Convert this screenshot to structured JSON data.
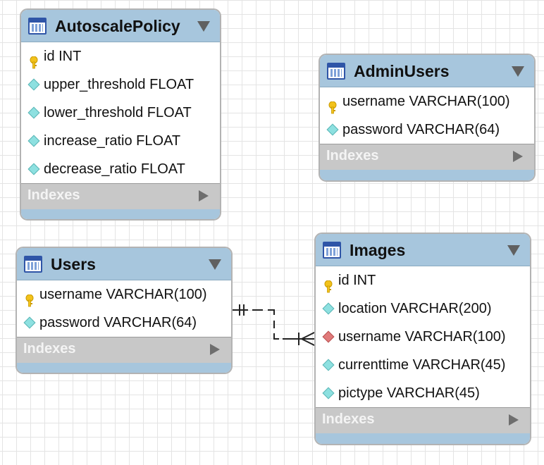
{
  "tables": {
    "autoscale": {
      "name": "AutoscalePolicy",
      "columns": [
        {
          "label": "id INT",
          "kind": "pk"
        },
        {
          "label": "upper_threshold FLOAT",
          "kind": "col"
        },
        {
          "label": "lower_threshold FLOAT",
          "kind": "col"
        },
        {
          "label": "increase_ratio FLOAT",
          "kind": "col"
        },
        {
          "label": "decrease_ratio FLOAT",
          "kind": "col"
        }
      ],
      "indexes_label": "Indexes"
    },
    "adminusers": {
      "name": "AdminUsers",
      "columns": [
        {
          "label": "username VARCHAR(100)",
          "kind": "pk"
        },
        {
          "label": "password VARCHAR(64)",
          "kind": "col"
        }
      ],
      "indexes_label": "Indexes"
    },
    "users": {
      "name": "Users",
      "columns": [
        {
          "label": "username VARCHAR(100)",
          "kind": "pk"
        },
        {
          "label": "password VARCHAR(64)",
          "kind": "col"
        }
      ],
      "indexes_label": "Indexes"
    },
    "images": {
      "name": "Images",
      "columns": [
        {
          "label": "id INT",
          "kind": "pk"
        },
        {
          "label": "location VARCHAR(200)",
          "kind": "col"
        },
        {
          "label": "username VARCHAR(100)",
          "kind": "fk"
        },
        {
          "label": "currenttime VARCHAR(45)",
          "kind": "col"
        },
        {
          "label": "pictype VARCHAR(45)",
          "kind": "col"
        }
      ],
      "indexes_label": "Indexes"
    }
  },
  "relationship": {
    "from": "Users",
    "to": "Images",
    "from_cardinality": "one-and-only-one",
    "to_cardinality": "one-or-many"
  },
  "colors": {
    "header": "#a7c6dd",
    "indexes": "#c8c8c8",
    "column_marker": "#8de0e0",
    "fk_marker": "#e07a7a",
    "key": "#f2c21b"
  }
}
